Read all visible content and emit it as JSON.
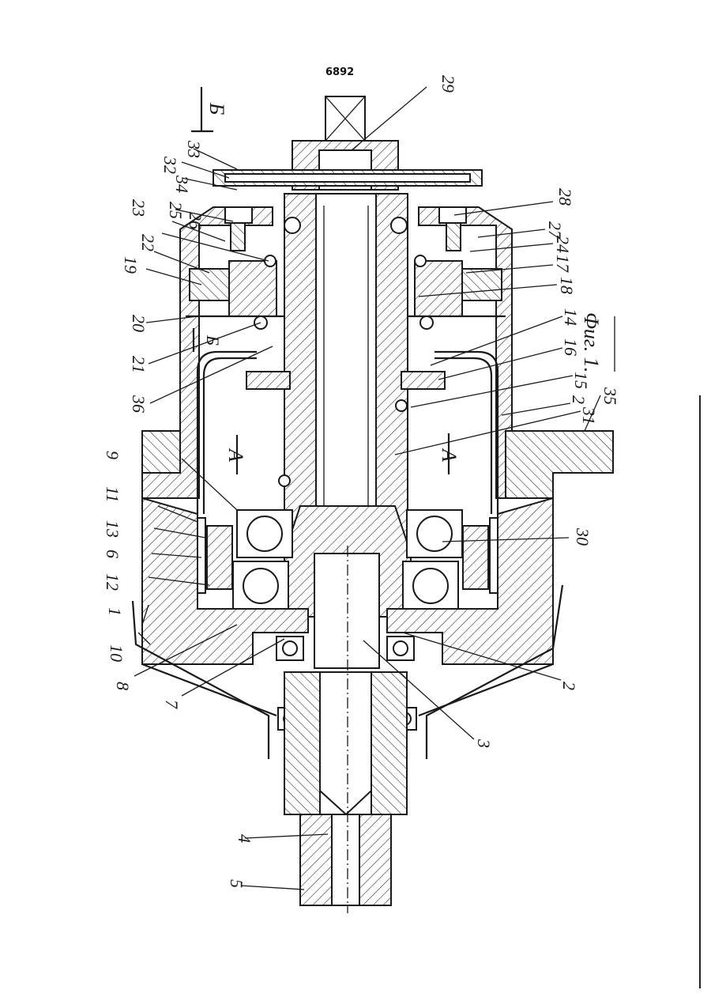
{
  "header": {
    "doc_number": "6892"
  },
  "figure": {
    "caption": "Фиг. 1."
  },
  "section_marks": {
    "a_left": "A",
    "a_right": "A",
    "b_top": "Б",
    "b_mid": "Б"
  },
  "callouts": {
    "c1": "1",
    "c2": "2",
    "c2b": "2",
    "c3": "3",
    "c4": "4",
    "c5": "5",
    "c6": "6",
    "c7": "7",
    "c8": "8",
    "c9": "9",
    "c10": "10",
    "c11": "11",
    "c12": "12",
    "c13": "13",
    "c14": "14",
    "c15": "15",
    "c16": "16",
    "c17": "17",
    "c18": "18",
    "c19": "19",
    "c20": "20",
    "c21": "21",
    "c22": "22",
    "c23": "23",
    "c24": "24",
    "c25": "25",
    "c26": "26",
    "c27": "27",
    "c28": "28",
    "c29": "29",
    "c30": "30",
    "c31": "31",
    "c32": "32",
    "c33": "33",
    "c34": "34",
    "c35": "35",
    "c36": "36"
  }
}
